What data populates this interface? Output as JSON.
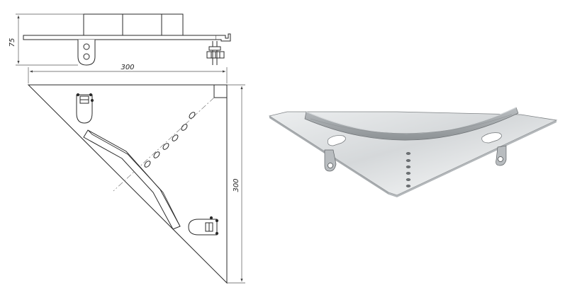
{
  "dimensions": {
    "height_label": "75",
    "top_width_label": "300",
    "side_height_label": "300"
  },
  "colors": {
    "line": "#2a2a2a",
    "dim_line": "#555555",
    "plate_light": "#e4e6e7",
    "plate_mid": "#c9ccce",
    "plate_dark": "#9fa3a6",
    "edge": "#7d8184"
  },
  "views": [
    "front-view",
    "top-view",
    "isometric-view"
  ]
}
